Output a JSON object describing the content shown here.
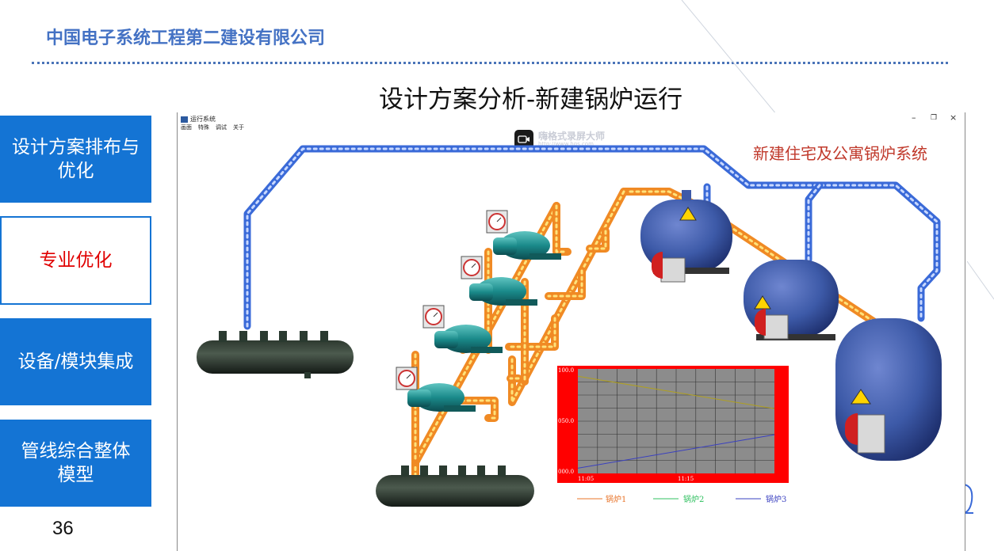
{
  "header": {
    "company": "中国电子系统工程第二建设有限公司",
    "title": "设计方案分析-新建锅炉运行"
  },
  "sidebar": {
    "items": [
      {
        "label": "设计方案排布与优化",
        "active": false
      },
      {
        "label": "专业优化",
        "active": true
      },
      {
        "label": "设备/模块集成",
        "active": false
      },
      {
        "label": "管线综合整体模型",
        "active": false
      }
    ]
  },
  "page_number": "36",
  "window": {
    "title": "运行系统",
    "menu": [
      "画面",
      "特殊",
      "调试",
      "关于"
    ],
    "controls": {
      "minimize": "–",
      "restore": "❐",
      "close": "×"
    },
    "system_title": "新建住宅及公寓锅炉系统",
    "watermark": {
      "name": "嗨格式录屏大师",
      "url": "http://www.hgs.com"
    }
  },
  "chart_data": {
    "type": "line",
    "title": "",
    "xlabel": "",
    "ylabel": "",
    "x_ticks": [
      "11:05",
      "11:15"
    ],
    "y_ticks": [
      "100.0",
      "050.0",
      "000.0"
    ],
    "ylim": [
      0,
      100
    ],
    "x": [
      0,
      1
    ],
    "series": [
      {
        "name": "锅炉1",
        "color": "#e8742a",
        "values": [
          null,
          null
        ]
      },
      {
        "name": "锅炉2",
        "color": "#b0a020",
        "values": [
          93,
          62
        ]
      },
      {
        "name": "锅炉3",
        "color": "#3a40c0",
        "values": [
          5,
          37
        ]
      }
    ],
    "legend_position": "bottom",
    "grid": true,
    "legend_colors": {
      "锅炉1": "#e8742a",
      "锅炉2": "#30c060",
      "锅炉3": "#3a40c0"
    }
  },
  "colors": {
    "accent": "#1474d4",
    "company": "#4472c4",
    "active_text": "#e00000",
    "cold_pipe": "#3a6ad8",
    "hot_pipe": "#f08a24",
    "boiler": "#3d5aa8",
    "pump": "#1a8a8a"
  }
}
